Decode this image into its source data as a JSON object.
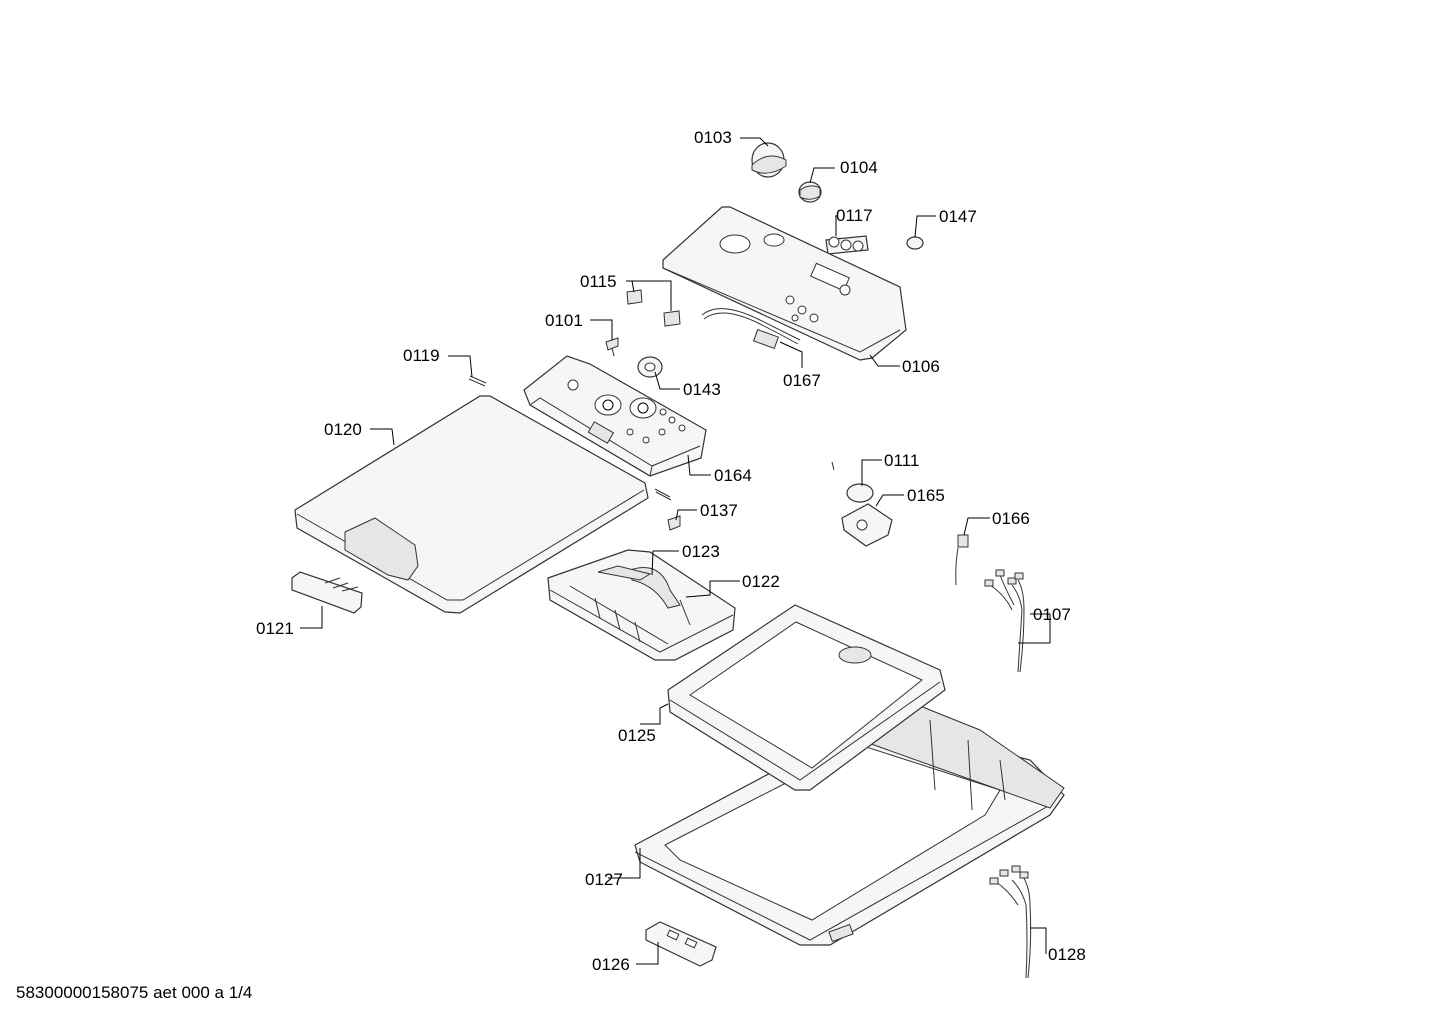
{
  "parts": [
    {
      "id": "p0103",
      "label": "0103"
    },
    {
      "id": "p0104",
      "label": "0104"
    },
    {
      "id": "p0117",
      "label": "0117"
    },
    {
      "id": "p0147",
      "label": "0147"
    },
    {
      "id": "p0115",
      "label": "0115"
    },
    {
      "id": "p0101",
      "label": "0101"
    },
    {
      "id": "p0119",
      "label": "0119"
    },
    {
      "id": "p0143",
      "label": "0143"
    },
    {
      "id": "p0167",
      "label": "0167"
    },
    {
      "id": "p0106",
      "label": "0106"
    },
    {
      "id": "p0120",
      "label": "0120"
    },
    {
      "id": "p0164",
      "label": "0164"
    },
    {
      "id": "p0111",
      "label": "0111"
    },
    {
      "id": "p0165",
      "label": "0165"
    },
    {
      "id": "p0137",
      "label": "0137"
    },
    {
      "id": "p0166",
      "label": "0166"
    },
    {
      "id": "p0123",
      "label": "0123"
    },
    {
      "id": "p0122",
      "label": "0122"
    },
    {
      "id": "p0107",
      "label": "0107"
    },
    {
      "id": "p0121",
      "label": "0121"
    },
    {
      "id": "p0125",
      "label": "0125"
    },
    {
      "id": "p0127",
      "label": "0127"
    },
    {
      "id": "p0128",
      "label": "0128"
    },
    {
      "id": "p0126",
      "label": "0126"
    }
  ],
  "footer": "58300000158075 aet 000 a 1/4"
}
